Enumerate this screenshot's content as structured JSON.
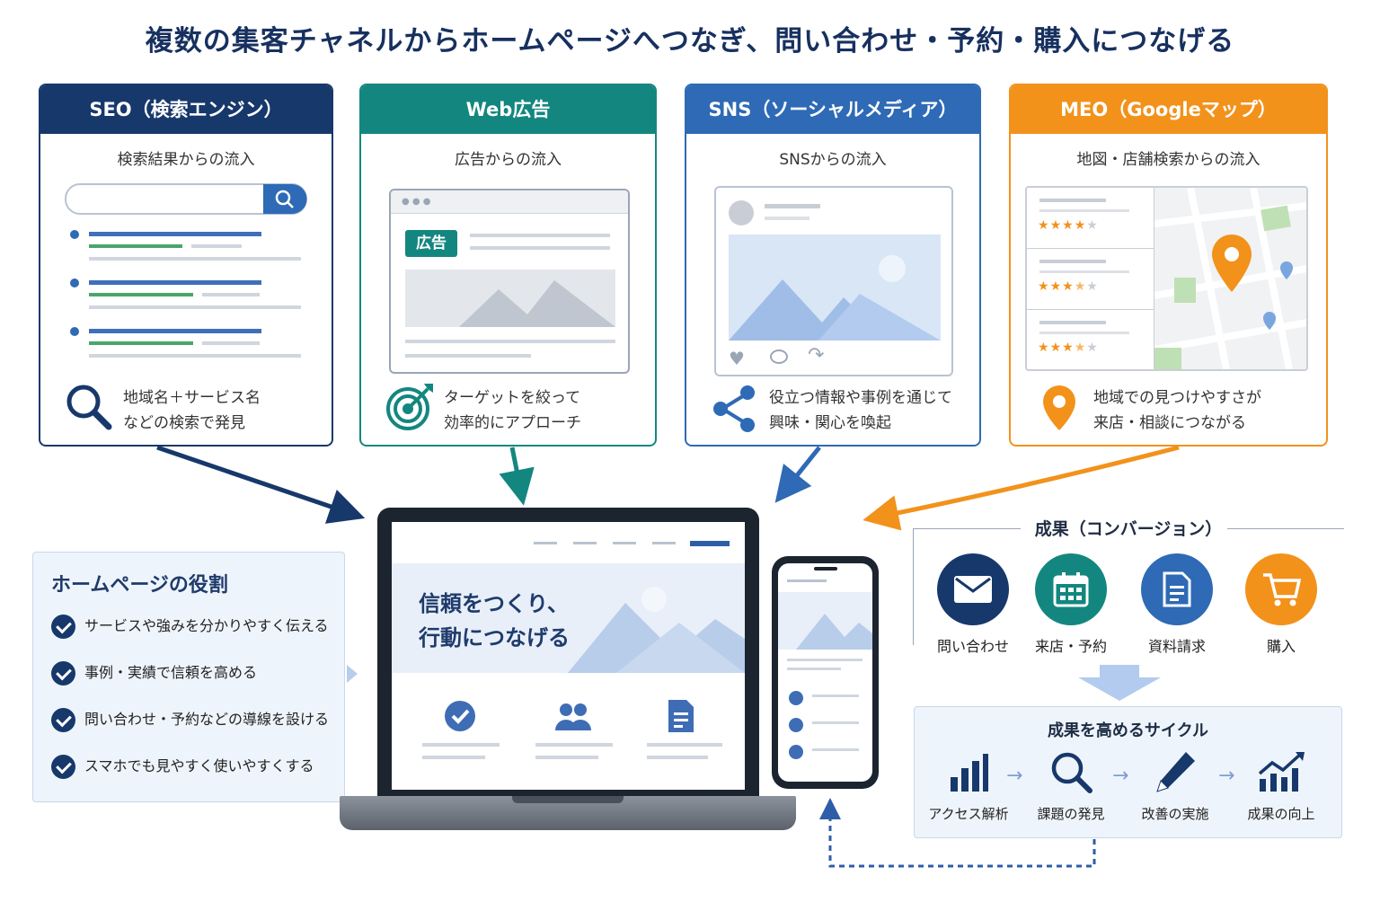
{
  "title": "複数の集客チャネルからホームページへつなぎ、問い合わせ・予約・購入につなげる",
  "colors": {
    "seo": "#17386b",
    "web": "#13877f",
    "sns": "#2e6ab5",
    "meo": "#f2921b"
  },
  "channels": [
    {
      "head": "SEO（検索エンジン）",
      "sub": "検索結果からの流入",
      "foot": "地域名＋サービス名\nなどの検索で発見",
      "icon": "magnifier-icon"
    },
    {
      "head": "Web広告",
      "sub": "広告からの流入",
      "foot": "ターゲットを絞って\n効率的にアプローチ",
      "icon": "target-icon",
      "ad_label": "広告"
    },
    {
      "head": "SNS（ソーシャルメディア）",
      "sub": "SNSからの流入",
      "foot": "役立つ情報や事例を通じて\n興味・関心を喚起",
      "icon": "share-icon"
    },
    {
      "head": "MEO（Googleマップ）",
      "sub": "地図・店舗検索からの流入",
      "foot": "地域での見つけやすさが\n来店・相談につながる",
      "icon": "map-pin-icon"
    }
  ],
  "ratings": [
    4,
    3.5,
    3.5
  ],
  "role": {
    "title": "ホームページの役割",
    "items": [
      "サービスや強みを分かりやすく伝える",
      "事例・実績で信頼を高める",
      "問い合わせ・予約などの導線を設ける",
      "スマホでも見やすく使いやすくする"
    ]
  },
  "hero": "信頼をつくり、\n行動につなげる",
  "conversion": {
    "title": "成果（コンバージョン）",
    "items": [
      {
        "label": "問い合わせ",
        "icon": "mail-icon",
        "color": "#17386b"
      },
      {
        "label": "来店・予約",
        "icon": "calendar-icon",
        "color": "#13877f"
      },
      {
        "label": "資料請求",
        "icon": "document-icon",
        "color": "#2e6ab5"
      },
      {
        "label": "購入",
        "icon": "cart-icon",
        "color": "#f2921b"
      }
    ]
  },
  "cycle": {
    "title": "成果を高めるサイクル",
    "items": [
      {
        "label": "アクセス解析",
        "icon": "bar-chart-icon"
      },
      {
        "label": "課題の発見",
        "icon": "magnifier-icon"
      },
      {
        "label": "改善の実施",
        "icon": "pencil-icon"
      },
      {
        "label": "成果の向上",
        "icon": "trend-up-icon"
      }
    ]
  }
}
